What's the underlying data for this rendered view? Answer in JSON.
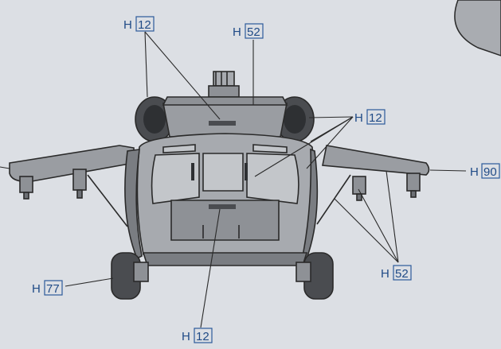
{
  "diagram": {
    "callouts": [
      {
        "letter": "H",
        "number": "12"
      },
      {
        "letter": "H",
        "number": "52"
      },
      {
        "letter": "H",
        "number": "12"
      },
      {
        "letter": "H",
        "number": "90"
      },
      {
        "letter": "H",
        "number": "52"
      },
      {
        "letter": "H",
        "number": "77"
      },
      {
        "letter": "H",
        "number": "12"
      }
    ],
    "colors": {
      "paper": "#dcdfe4",
      "body": "#8e9196",
      "body_light": "#a7aaaf",
      "dark": "#3e4044",
      "callout": "#1f4a86"
    }
  }
}
